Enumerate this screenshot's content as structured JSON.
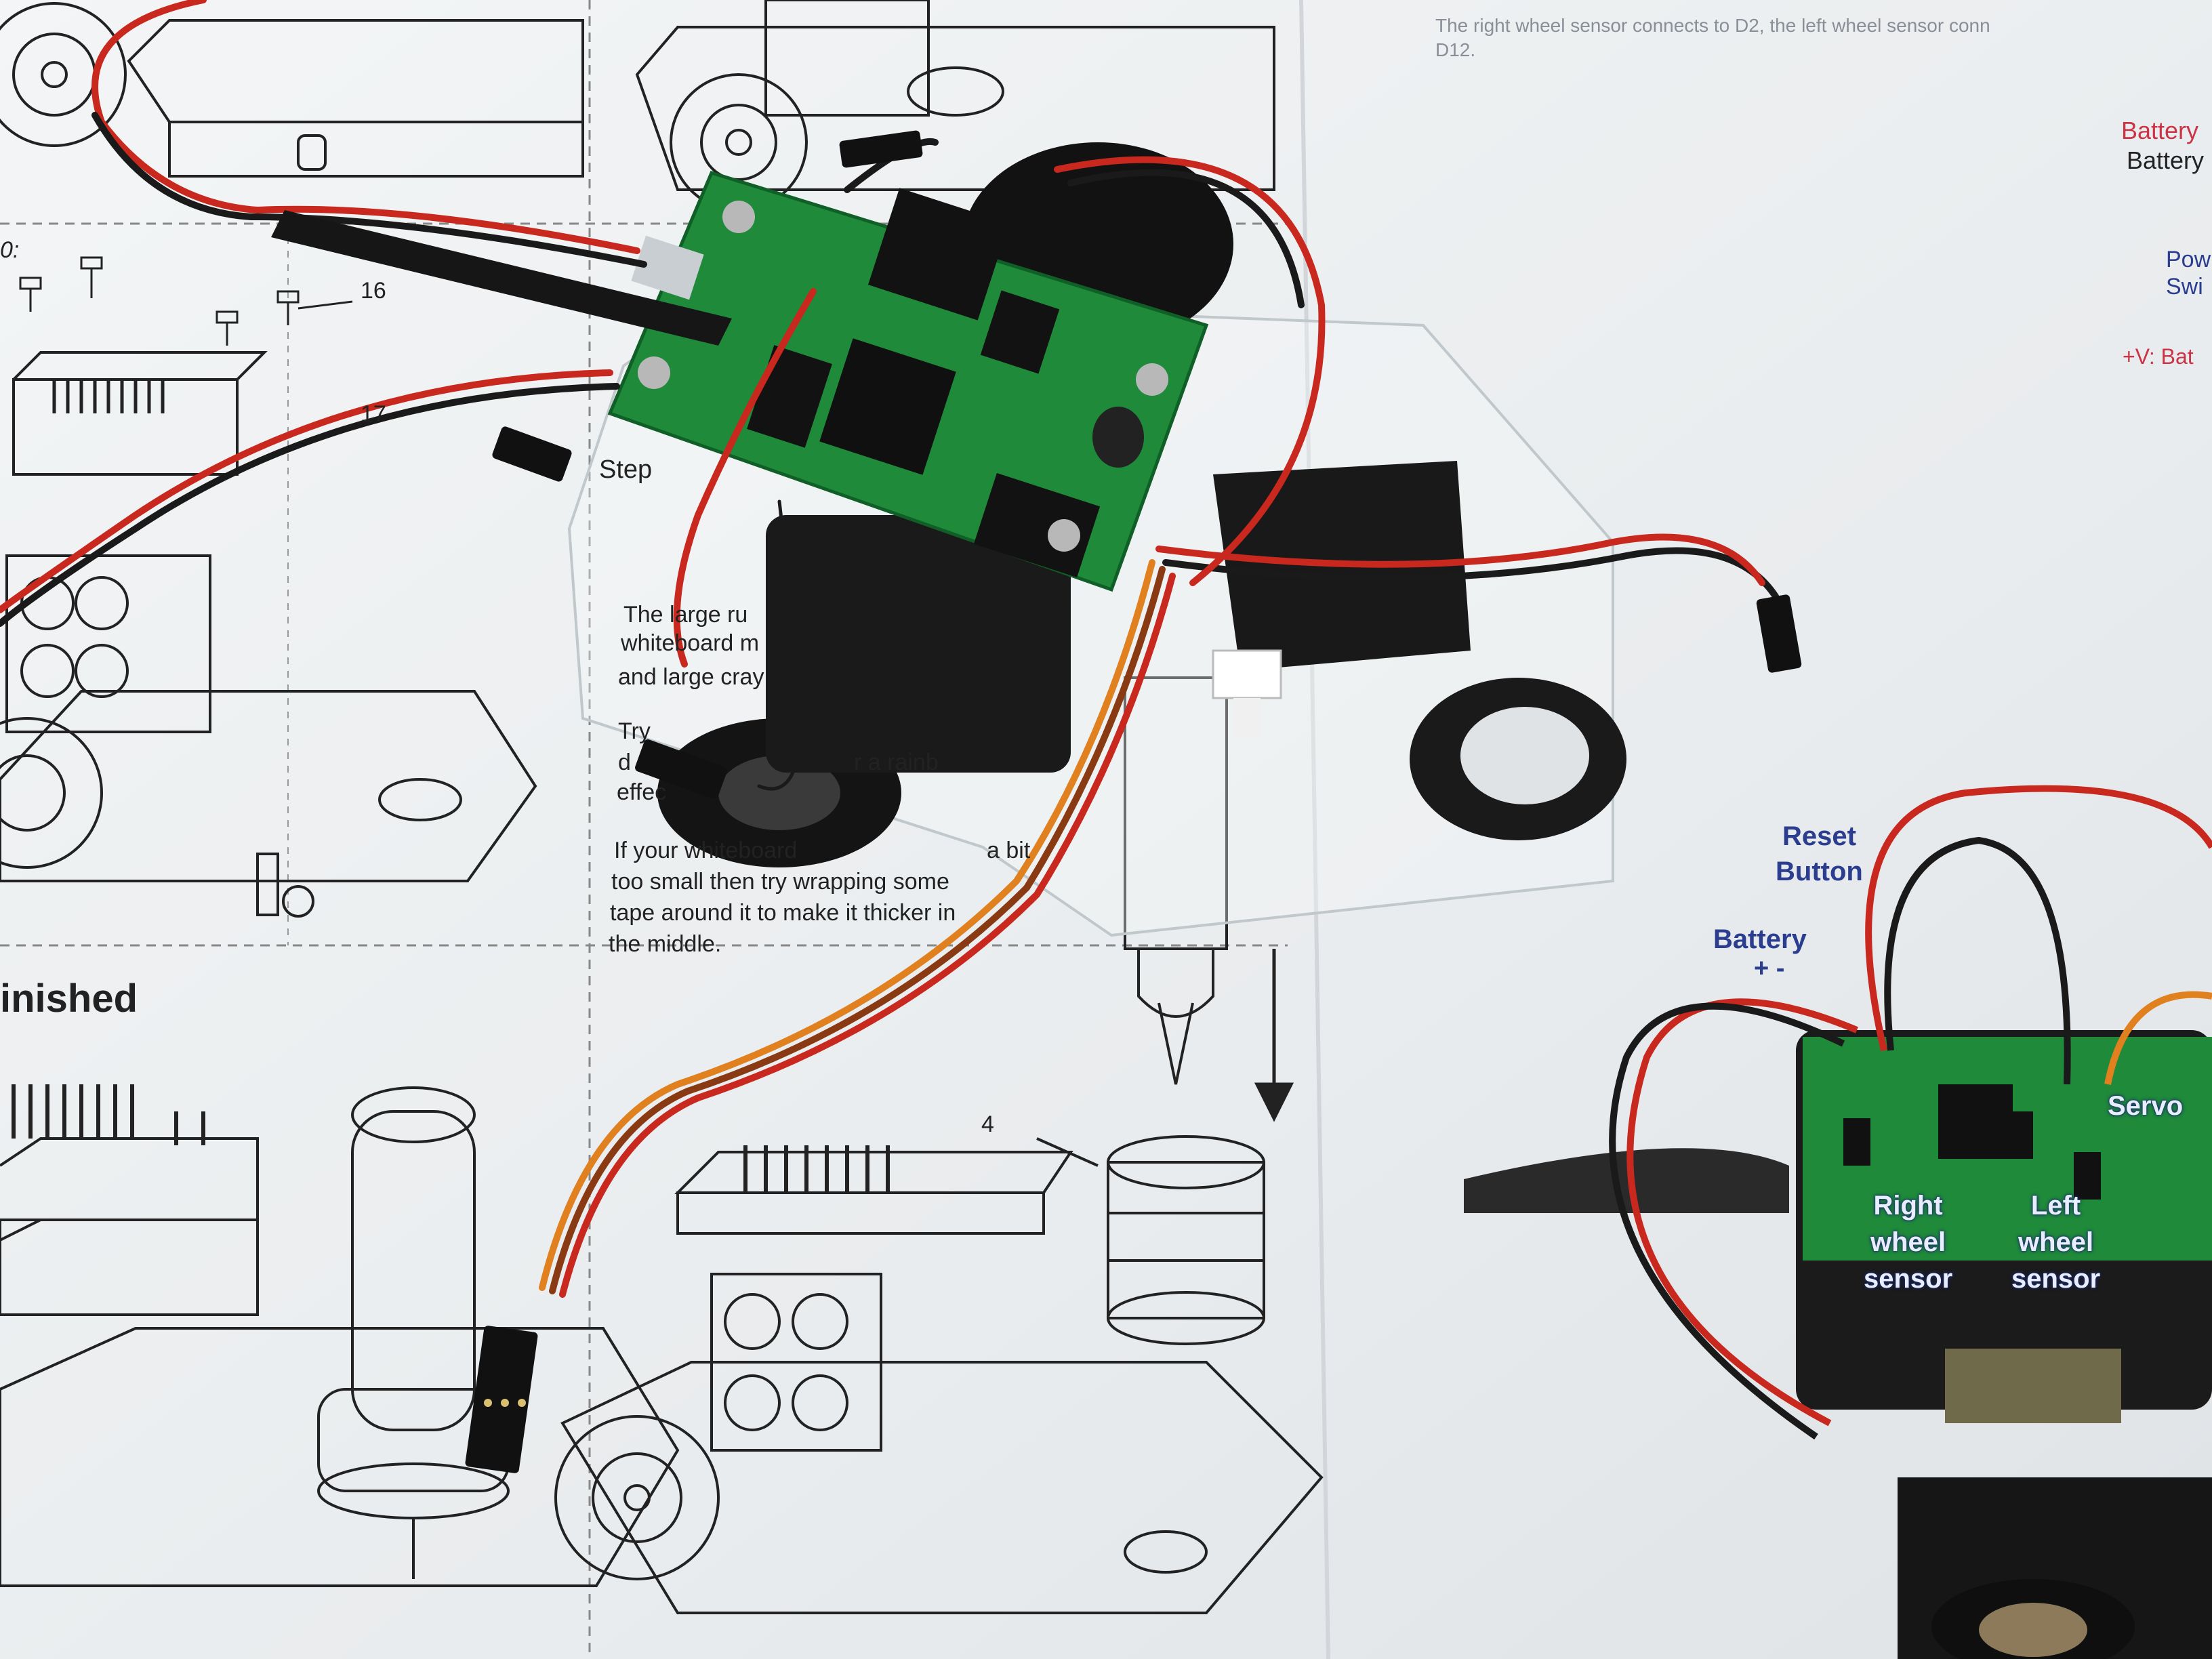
{
  "manual": {
    "top_text_line1": "The right wheel sensor connects to D2, the left wheel sensor conn",
    "top_text_line2": "D12.",
    "callout_16": "16",
    "callout_17": "17",
    "callout_4": "4",
    "screw_label": "0:",
    "step_label": "Step",
    "step_text_1": "The large ru",
    "step_text_2": "whiteboard m",
    "step_text_3": "and large cray",
    "step_text_4": "Try",
    "step_text_5": "d",
    "step_text_6": "r a rainb",
    "step_text_7": "effec",
    "step_text_8": "If your whiteboard",
    "step_text_9": "a bit",
    "step_text_10": "too small then try wrapping some",
    "step_text_11": "tape around it to make it thicker in",
    "step_text_12": "the middle.",
    "finished_heading": "inished",
    "legend_battery_red": "Battery",
    "legend_battery_black": "Battery",
    "legend_power": "Pow",
    "legend_switch": "Swi",
    "legend_v_battery": "+V: Bat"
  },
  "photo_labels": {
    "reset_button": "Reset\nButton",
    "battery": "Battery",
    "battery_polarity": "+ -",
    "servo": "Servo",
    "right_wheel_sensor": "Right\nwheel\nsensor",
    "left_wheel_sensor": "Left\nwheel\nsensor"
  },
  "colors": {
    "paper": "#eef0f2",
    "pcb_green": "#1f8a3a",
    "wire_red": "#c8281e",
    "wire_black": "#1a1a1a",
    "wire_orange": "#e0801e",
    "label_blue": "#2b3d8f",
    "label_red": "#cc3344"
  }
}
